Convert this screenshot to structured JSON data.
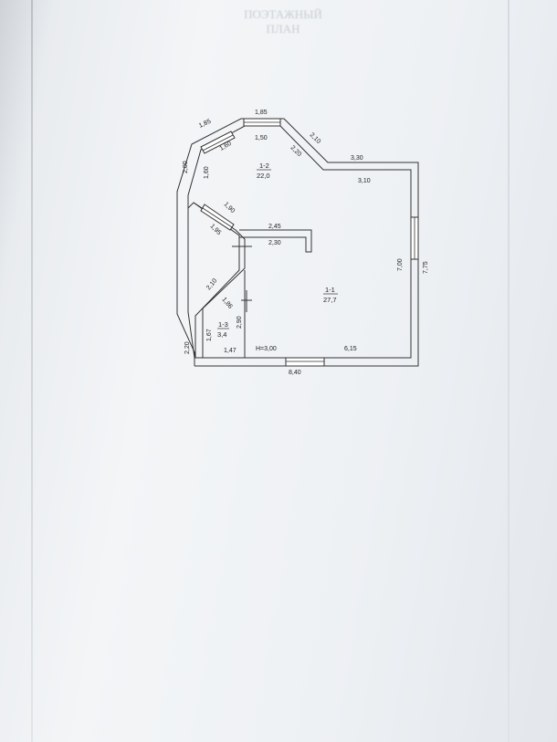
{
  "header_bleed": [
    "ПОЭТАЖНЫЙ",
    "ПЛАН"
  ],
  "rooms": [
    {
      "code": "1-1",
      "area": "27,7"
    },
    {
      "code": "1-2",
      "area": "22,0"
    },
    {
      "code": "1-3",
      "area": "3,4"
    }
  ],
  "ceiling_height": "H=3,00",
  "dimensions": {
    "top_outer": "1,85",
    "top_inner": "1,50",
    "upper_left_diag_outer": "1,85",
    "upper_left_diag_inner": "1,60",
    "left_upper_outer": "2,00",
    "left_upper_inner": "1,60",
    "right_diag_outer": "2,10",
    "right_diag_inner": "2,20",
    "step_top_outer": "3,30",
    "step_top_inner": "3,10",
    "right_outer": "7,75",
    "right_inner": "7,00",
    "partition_diag_upper": "1,90",
    "partition_diag_lower": "1,95",
    "partition_top": "2,45",
    "partition_bottom": "2,30",
    "lower_diag_outer": "2,10",
    "lower_diag_inner": "1,86",
    "small_room_height": "2,90",
    "small_room_left": "1,67",
    "left_lower_outer": "2,20",
    "bottom_left_inner": "1,47",
    "bottom_right_inner": "6,15",
    "bottom_outer": "8,40"
  }
}
